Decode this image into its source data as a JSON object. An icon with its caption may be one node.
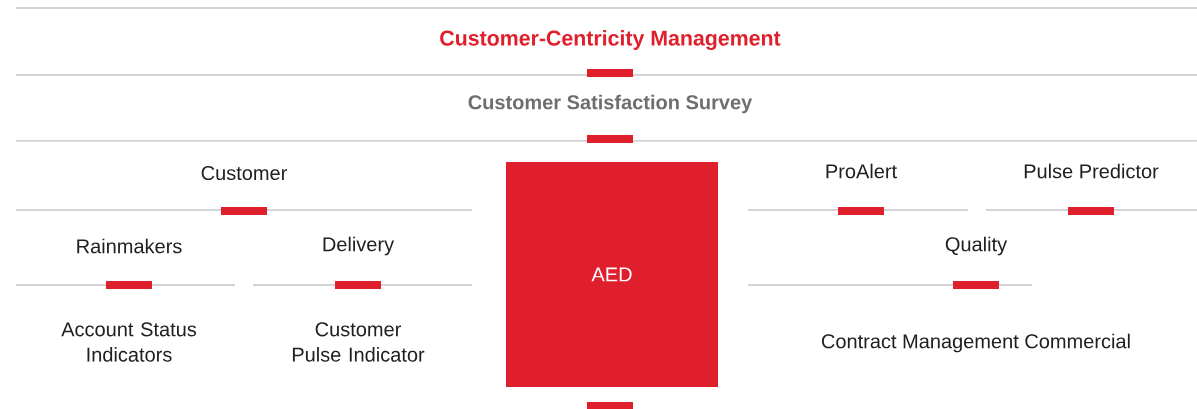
{
  "diagram": {
    "nodes": [
      {
        "text": [
          "AED"
        ]
      }
    ],
    "labels": [
      "Customer-Centricity Management",
      "Customer Satisfaction Survey",
      "Customer",
      "ProAlert",
      "Pulse Predictor",
      "Rainmakers",
      "Delivery",
      "Quality",
      "Account Status Indicators",
      "Customer Pulse Indicator",
      "Contract Management Commercial"
    ]
  }
}
